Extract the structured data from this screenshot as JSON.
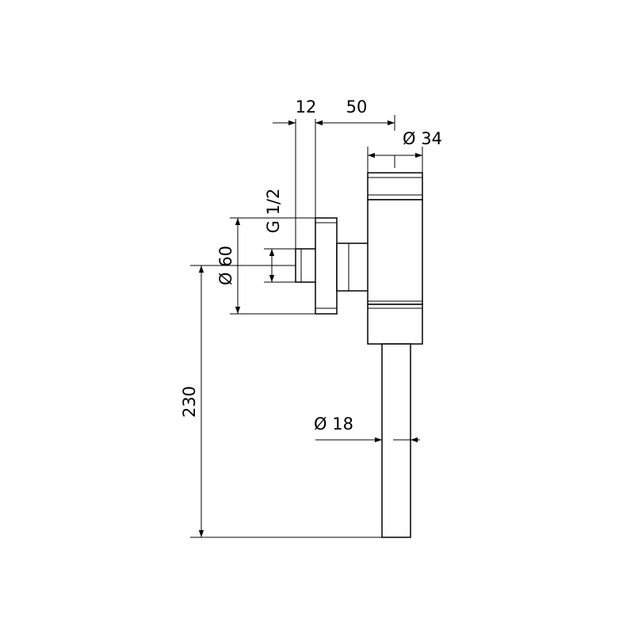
{
  "drawing": {
    "line_color": "#000000",
    "background": "#ffffff",
    "dimensions": {
      "flange_thickness": "12",
      "offset_to_body": "50",
      "body_diameter": "Ø 34",
      "thread": "G 1/2",
      "flange_diameter": "Ø 60",
      "overall_height": "230",
      "pipe_diameter": "Ø 18"
    }
  }
}
